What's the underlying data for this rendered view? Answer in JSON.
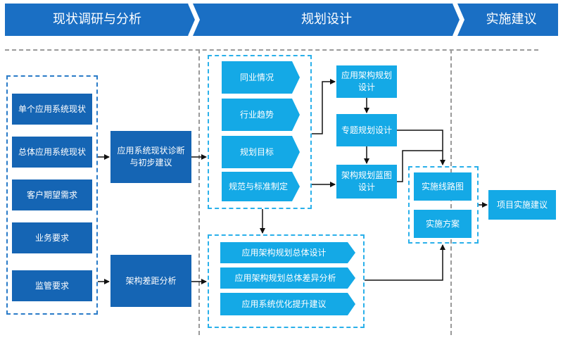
{
  "colors": {
    "header": "#1a6fc4",
    "dark_box": "#1565b4",
    "light_box": "#14a9e6",
    "arrow": "#111111",
    "divider": "#9a9a9a"
  },
  "stages": [
    {
      "label": "现状调研与分析"
    },
    {
      "label": "规划设计"
    },
    {
      "label": "实施建议"
    }
  ],
  "research_inputs": [
    {
      "label": "单个应用系统现状"
    },
    {
      "label": "总体应用系统现状"
    },
    {
      "label": "客户期望需求"
    },
    {
      "label": "业务要求"
    },
    {
      "label": "监管要求"
    }
  ],
  "analysis": {
    "diagnosis": "应用系统现状诊断与初步建议",
    "gap": "架构差距分析"
  },
  "planning_inputs": [
    {
      "label": "同业情况"
    },
    {
      "label": "行业趋势"
    },
    {
      "label": "规划目标"
    },
    {
      "label": "规范与标准制定"
    }
  ],
  "design_chain": {
    "app_arch": "应用架构规划设计",
    "topic": "专题规划设计",
    "blueprint": "架构规划蓝图设计"
  },
  "overall_design": [
    {
      "label": "应用架构规划总体设计"
    },
    {
      "label": "应用架构规划总体差异分析"
    },
    {
      "label": "应用系统优化提升建议"
    }
  ],
  "implementation": {
    "roadmap": "实施线路图",
    "plan": "实施方案",
    "final": "项目实施建议"
  }
}
